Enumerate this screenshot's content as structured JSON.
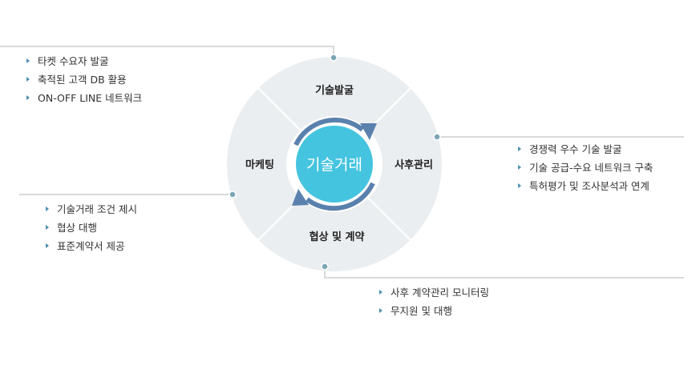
{
  "center": {
    "label": "기술거래"
  },
  "segments": {
    "top": "기술발굴",
    "right": "사후관리",
    "bottom": "협상 및 계약",
    "left": "마케팅"
  },
  "lists": {
    "top_left": [
      "타켓 수요자 발굴",
      "축적된 고객 DB 활용",
      "ON-OFF LINE 네트워크"
    ],
    "right": [
      "경쟁력 우수 기술 발굴",
      "기술 공급-수요 네트워크 구축",
      "특허평가 및 조사분석과 연계"
    ],
    "left": [
      "기술거래 조건 제시",
      "협상 대행",
      "표준계약서 제공"
    ],
    "bottom": [
      "사후 계약관리 모니터링",
      "무지원 및 대행"
    ]
  },
  "colors": {
    "ring": "#ebeef0",
    "divider": "#ffffff",
    "center": "#45c4e0",
    "arrow": "#5a80ad",
    "dot": "#7ba5b5",
    "line": "#b5b5b5",
    "bullet": "#4a8fb0"
  }
}
